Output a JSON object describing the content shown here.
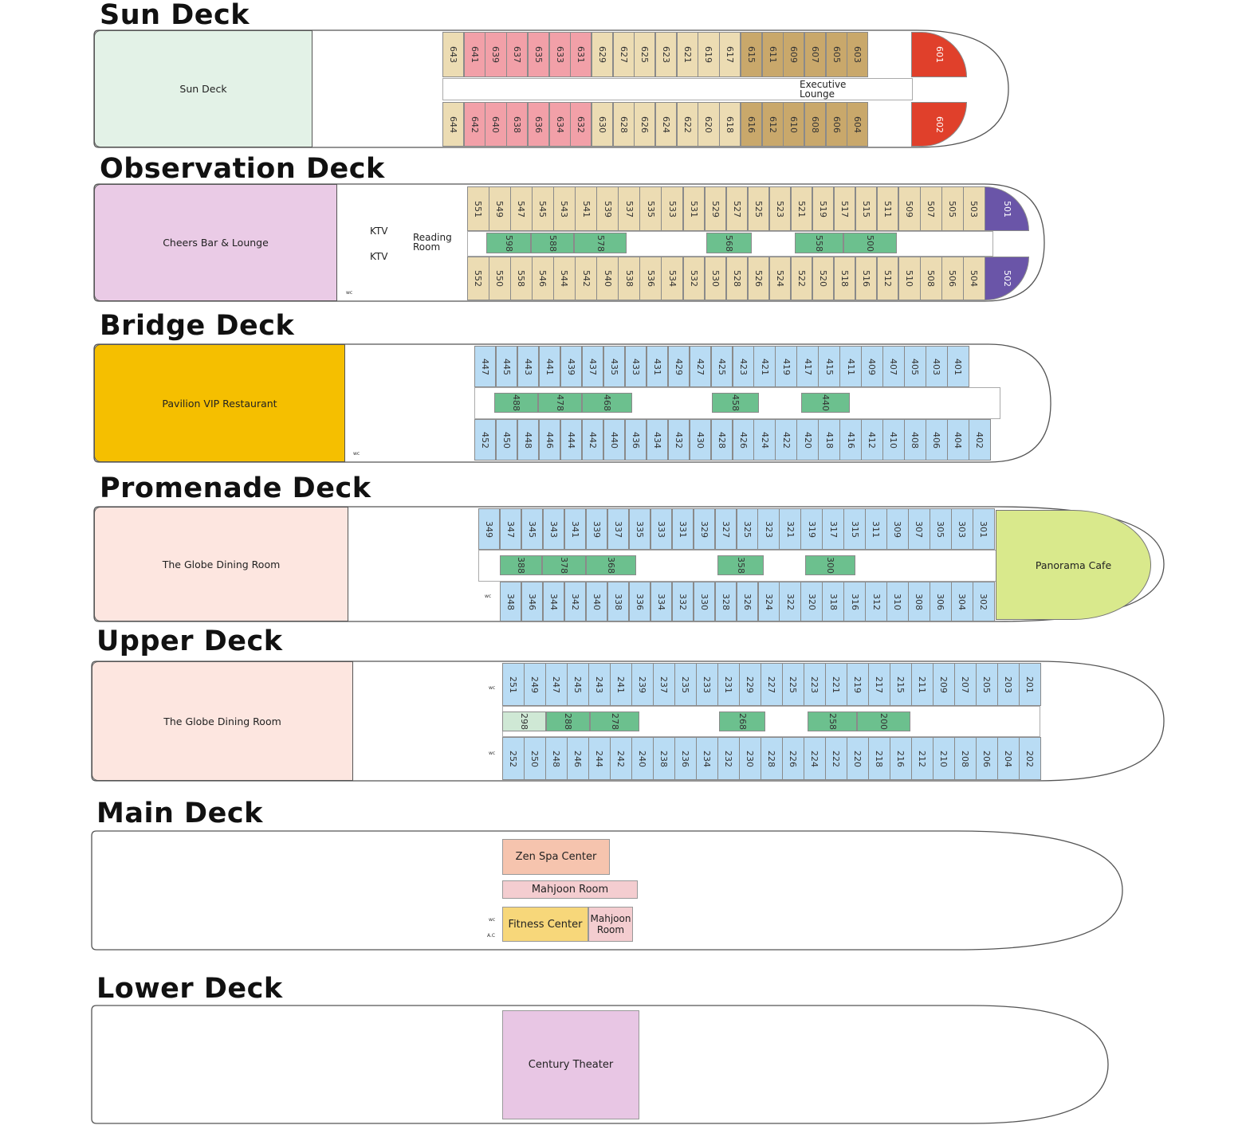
{
  "decks": [
    {
      "id": "sun",
      "title": "Sun Deck",
      "public_area": {
        "label": "Sun Deck",
        "color": "#e3f2e7"
      },
      "top_row": [
        {
          "color": "#ecdcb3",
          "cabins": [
            "643"
          ]
        },
        {
          "color": "#f2a0a8",
          "cabins": [
            "641",
            "639",
            "637",
            "635",
            "633",
            "631"
          ]
        },
        {
          "color": "#ecdcb3",
          "cabins": [
            "629",
            "627",
            "625",
            "623",
            "621",
            "619",
            "617"
          ]
        },
        {
          "color": "#c9a86b",
          "cabins": [
            "615",
            "611",
            "609",
            "607",
            "605",
            "603"
          ]
        }
      ],
      "bottom_row": [
        {
          "color": "#ecdcb3",
          "cabins": [
            "644"
          ]
        },
        {
          "color": "#f2a0a8",
          "cabins": [
            "642",
            "640",
            "638",
            "636",
            "634",
            "632"
          ]
        },
        {
          "color": "#ecdcb3",
          "cabins": [
            "630",
            "628",
            "626",
            "624",
            "622",
            "620",
            "618"
          ]
        },
        {
          "color": "#c9a86b",
          "cabins": [
            "616",
            "612",
            "610",
            "608",
            "606",
            "604"
          ]
        }
      ],
      "end_cabins": {
        "color": "#e0402b",
        "top": "601",
        "bottom": "602"
      },
      "middle_row": [],
      "labels": [
        "Executive Lounge"
      ]
    },
    {
      "id": "observation",
      "title": "Observation Deck",
      "public_area": {
        "label": "Cheers Bar & Lounge",
        "color": "#eacbe6"
      },
      "top_row": [
        {
          "color": "#ecdcb3",
          "cabins": [
            "551",
            "549",
            "547",
            "545",
            "543",
            "541",
            "539",
            "537",
            "535",
            "533",
            "531",
            "529",
            "527",
            "525",
            "523",
            "521",
            "519",
            "517",
            "515",
            "511",
            "509",
            "507",
            "505",
            "503"
          ]
        }
      ],
      "bottom_row": [
        {
          "color": "#ecdcb3",
          "cabins": [
            "552",
            "550",
            "558",
            "546",
            "544",
            "542",
            "540",
            "538",
            "536",
            "534",
            "532",
            "530",
            "528",
            "526",
            "524",
            "522",
            "520",
            "518",
            "516",
            "512",
            "510",
            "508",
            "506",
            "504"
          ]
        }
      ],
      "end_cabins": {
        "color": "#6a55a8",
        "top": "501",
        "bottom": "502"
      },
      "middle_row": {
        "color": "#6cc08e",
        "cabins": [
          "598",
          "588",
          "578",
          "568",
          "558",
          "500"
        ]
      },
      "labels": [
        "KTV",
        "KTV",
        "Reading Room",
        "wc"
      ]
    },
    {
      "id": "bridge",
      "title": "Bridge Deck",
      "public_area": {
        "label": "Pavilion VIP Restaurant",
        "color": "#f5bf00"
      },
      "top_row": [
        {
          "color": "#b9dcf4",
          "cabins": [
            "447",
            "445",
            "443",
            "441",
            "439",
            "437",
            "435",
            "433",
            "431",
            "429",
            "427",
            "425",
            "423",
            "421",
            "419",
            "417",
            "415",
            "411",
            "409",
            "407",
            "405",
            "403",
            "401"
          ]
        }
      ],
      "bottom_row": [
        {
          "color": "#b9dcf4",
          "cabins": [
            "452",
            "450",
            "448",
            "446",
            "444",
            "442",
            "440",
            "436",
            "434",
            "432",
            "430",
            "428",
            "426",
            "424",
            "422",
            "420",
            "418",
            "416",
            "412",
            "410",
            "408",
            "406",
            "404",
            "402"
          ]
        }
      ],
      "middle_row": {
        "color": "#6cc08e",
        "cabins": [
          "488",
          "478",
          "468",
          "458",
          "440"
        ]
      },
      "labels": [
        "wc"
      ]
    },
    {
      "id": "promenade",
      "title": "Promenade Deck",
      "public_area": {
        "label": "The Globe Dining Room",
        "color": "#fde6e0"
      },
      "top_row": [
        {
          "color": "#b9dcf4",
          "cabins": [
            "349",
            "347",
            "345",
            "343",
            "341",
            "339",
            "337",
            "335",
            "333",
            "331",
            "329",
            "327",
            "325",
            "323",
            "321",
            "319",
            "317",
            "315",
            "311",
            "309",
            "307",
            "305",
            "303",
            "301"
          ]
        }
      ],
      "bottom_row": [
        {
          "color": "#b9dcf4",
          "cabins": [
            "348",
            "346",
            "344",
            "342",
            "340",
            "338",
            "336",
            "334",
            "332",
            "330",
            "328",
            "326",
            "324",
            "322",
            "320",
            "318",
            "316",
            "312",
            "310",
            "308",
            "306",
            "304",
            "302"
          ]
        }
      ],
      "middle_row": {
        "color": "#6cc08e",
        "cabins": [
          "388",
          "378",
          "368",
          "358",
          "300"
        ]
      },
      "bow_area": {
        "label": "Panorama Cafe",
        "color": "#d9e98c"
      },
      "labels": [
        "wc"
      ]
    },
    {
      "id": "upper",
      "title": "Upper Deck",
      "public_area": {
        "label": "The Globe Dining Room",
        "color": "#fde6e0"
      },
      "top_row": [
        {
          "color": "#b9dcf4",
          "cabins": [
            "251",
            "249",
            "247",
            "245",
            "243",
            "241",
            "239",
            "237",
            "235",
            "233",
            "231",
            "229",
            "227",
            "225",
            "223",
            "221",
            "219",
            "217",
            "215",
            "211",
            "209",
            "207",
            "205",
            "203",
            "201"
          ]
        }
      ],
      "bottom_row": [
        {
          "color": "#b9dcf4",
          "cabins": [
            "252",
            "250",
            "248",
            "246",
            "244",
            "242",
            "240",
            "238",
            "236",
            "234",
            "232",
            "230",
            "228",
            "226",
            "224",
            "222",
            "220",
            "218",
            "216",
            "212",
            "210",
            "208",
            "206",
            "204",
            "202"
          ]
        }
      ],
      "middle_row": {
        "color": "#6cc08e",
        "first_color": "#cfe8d5",
        "cabins": [
          "298",
          "288",
          "278",
          "268",
          "258",
          "200"
        ]
      },
      "labels": [
        "wc",
        "wc"
      ]
    },
    {
      "id": "main",
      "title": "Main Deck",
      "rooms": [
        {
          "label": "Zen Spa Center",
          "color": "#f6c4ae"
        },
        {
          "label": "Mahjoon Room",
          "color": "#f4cdd0"
        },
        {
          "label": "Fitness Center",
          "color": "#f7d77a"
        },
        {
          "label": "Mahjoon Room",
          "color": "#f4cdd0"
        }
      ],
      "labels": [
        "wc",
        "A.C"
      ]
    },
    {
      "id": "lower",
      "title": "Lower Deck",
      "rooms": [
        {
          "label": "Century Theater",
          "color": "#e8c6e4"
        }
      ]
    }
  ]
}
